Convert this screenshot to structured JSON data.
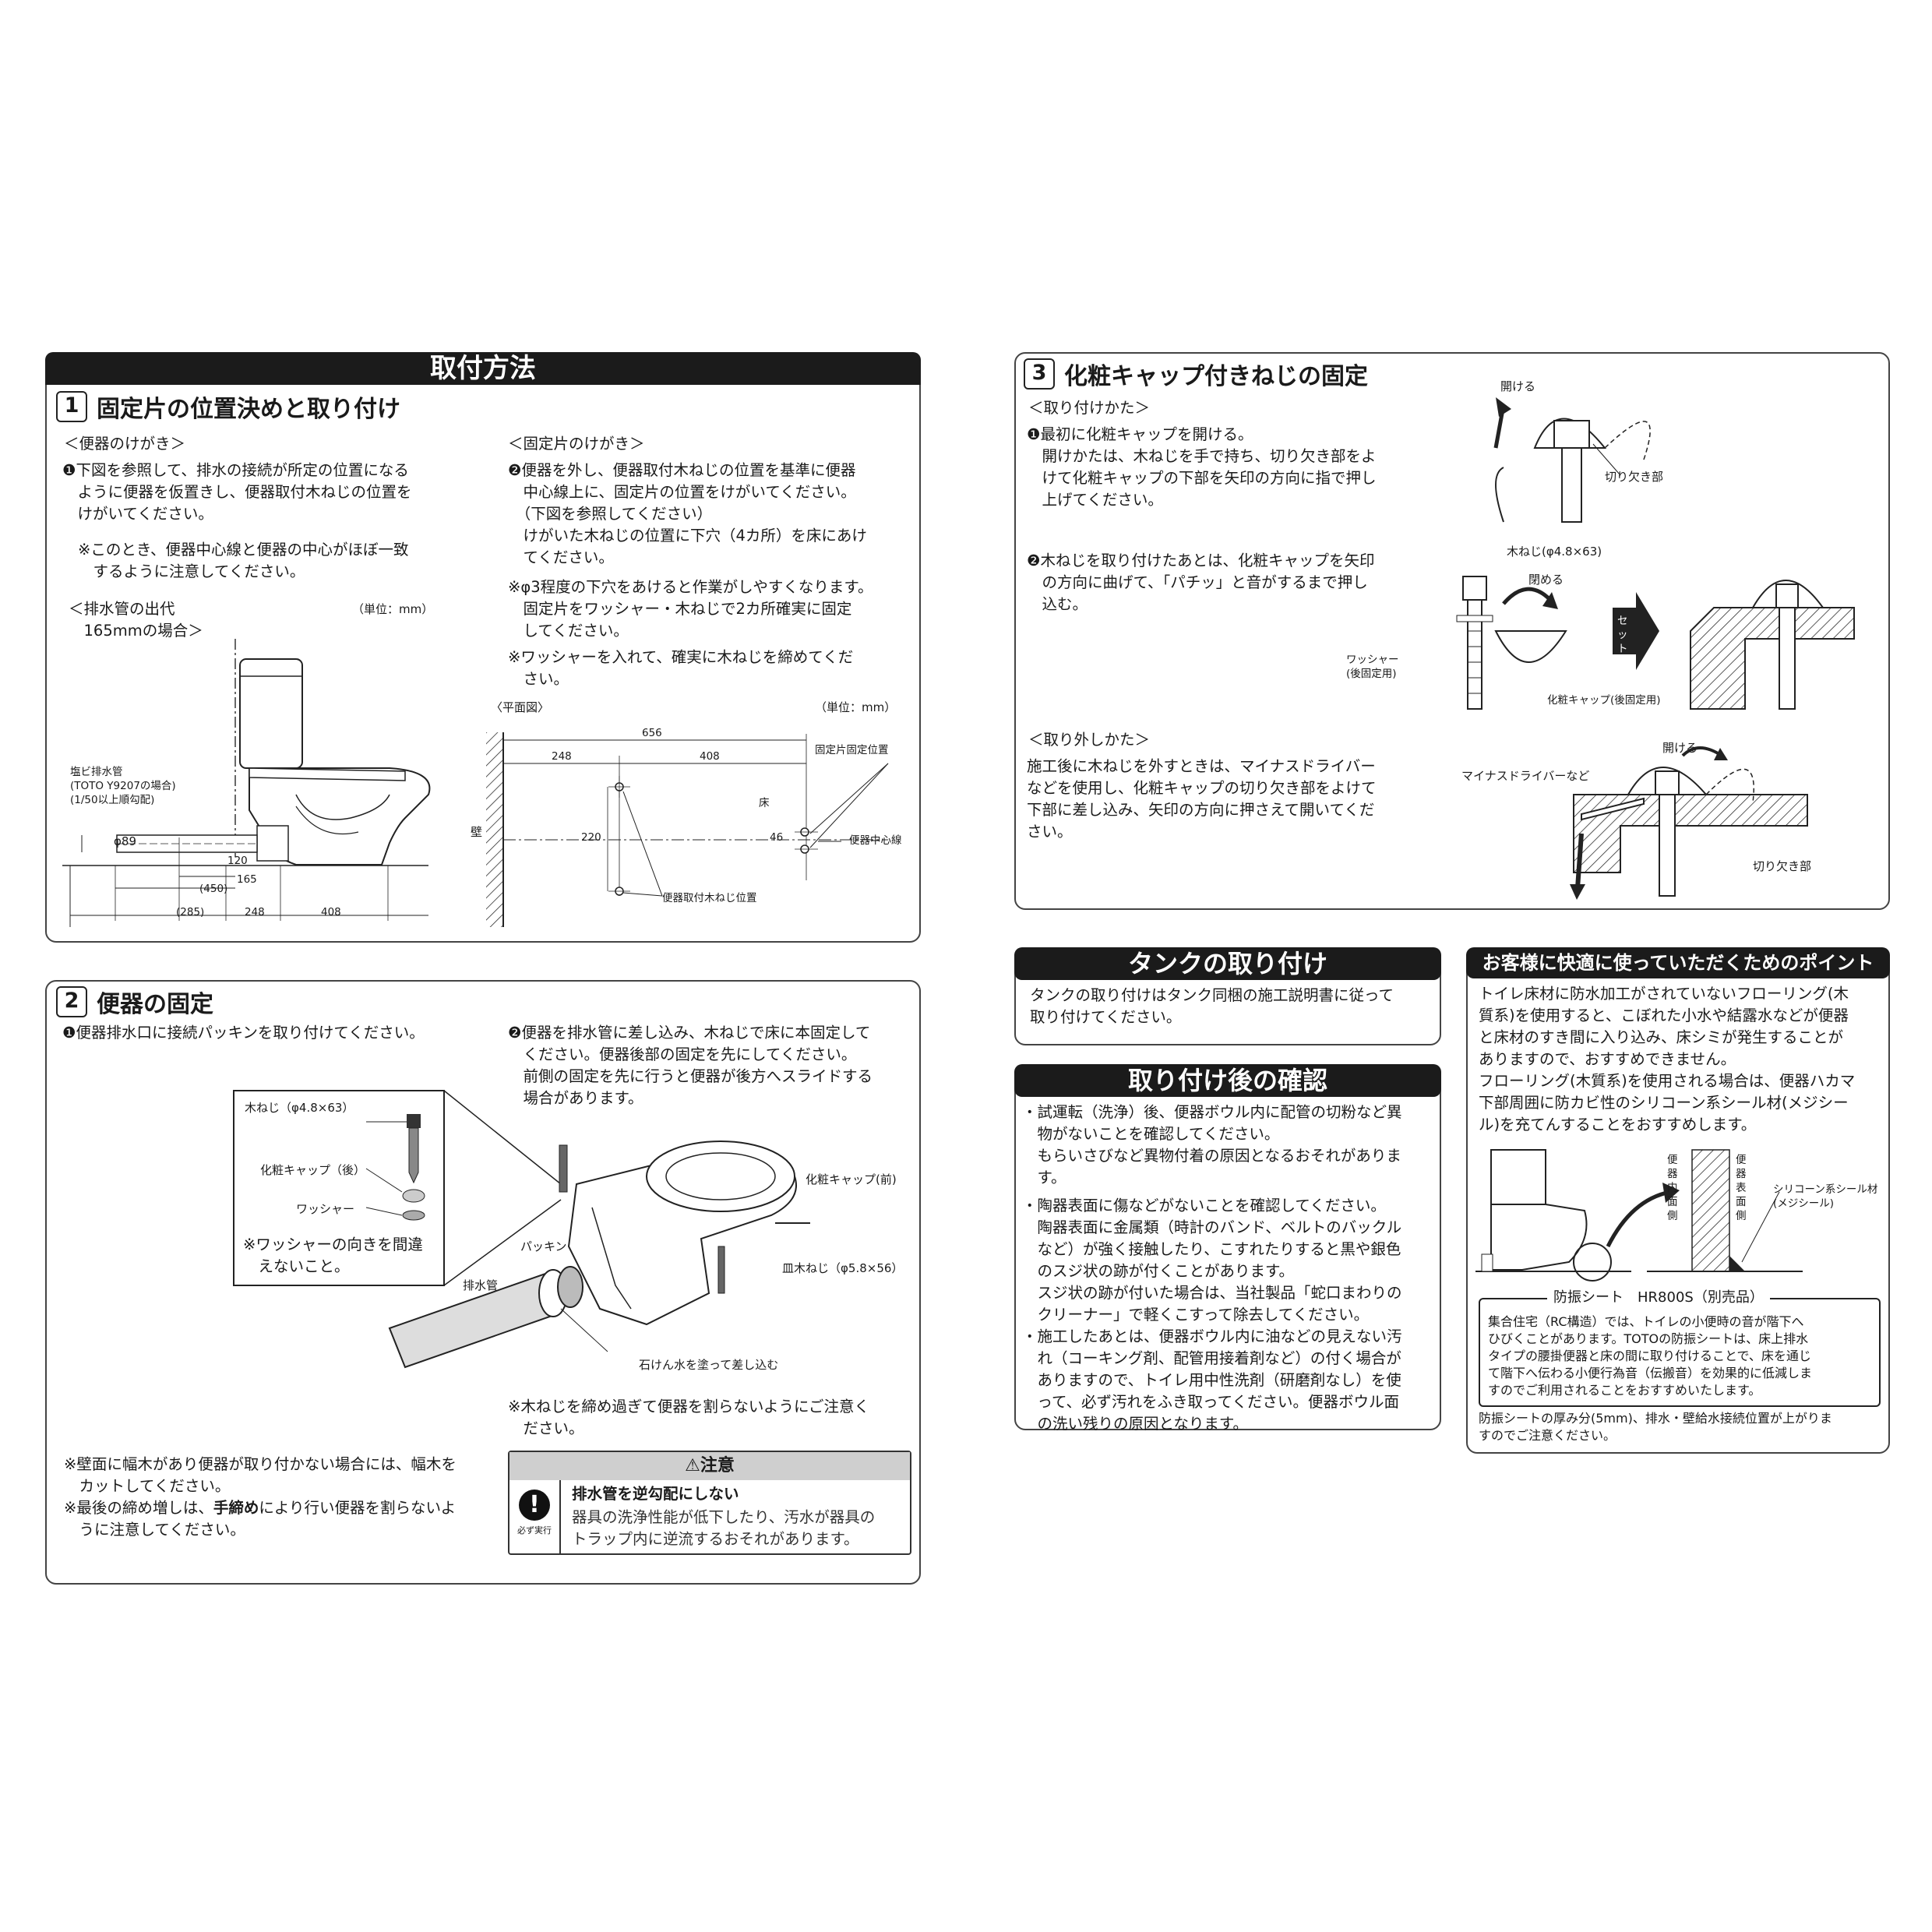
{
  "install": {
    "header": "取付方法",
    "s1": {
      "num": "1",
      "title": "固定片の位置決めと取り付け",
      "kegaki_title": "＜便器のけがき＞",
      "kegaki_text": "❶下図を参照して、排水の接続が所定の位置になる\n　ように便器を仮置きし、便器取付木ねじの位置を\n　けがいてください。",
      "kegaki_note": "※このとき、便器中心線と便器の中心がほぼ一致\n　するように注意してください。",
      "drain_title": "＜排水管の出代\n　165mmの場合＞",
      "unit1": "（単位：mm）",
      "pipe_label": "塩ビ排水管\n(TOTO Y9207の場合)\n(1/50以上順勾配)",
      "d_phi": "φ89",
      "d_120": "120",
      "d_450": "(450)",
      "d_165": "165",
      "d_285": "(285)",
      "d_248": "248",
      "d_408": "408",
      "kotei_title": "＜固定片のけがき＞",
      "kotei_text": "❷便器を外し、便器取付木ねじの位置を基準に便器\n　中心線上に、固定片の位置をけがいてください。\n　（下図を参照してください）\n　けがいた木ねじの位置に下穴（4カ所）を床にあけ\n　てください。",
      "kotei_note1": "※φ3程度の下穴をあけると作業がしやすくなります。\n　固定片をワッシャー・木ねじで2カ所確実に固定\n　してください。",
      "kotei_note2": "※ワッシャーを入れて、確実に木ねじを締めてくだ\n　さい。",
      "plan_title": "〈平面図〉",
      "unit2": "（単位：mm）",
      "p_656": "656",
      "p_248": "248",
      "p_408": "408",
      "p_220": "220",
      "p_46": "46",
      "p_wall": "壁",
      "p_floor": "床",
      "p_fix": "固定片固定位置",
      "p_center": "便器中心線",
      "p_screw": "便器取付木ねじ位置"
    },
    "s2": {
      "num": "2",
      "title": "便器の固定",
      "step1": "❶便器排水口に接続パッキンを取り付けてください。",
      "step2": "❷便器を排水管に差し込み、木ねじで床に本固定して\n　ください。便器後部の固定を先にしてください。\n　前側の固定を先に行うと便器が後方へスライドする\n　場合があります。",
      "l_screw": "木ねじ（φ4.8×63）",
      "l_cap_rear": "化粧キャップ（後）",
      "l_washer": "ワッシャー",
      "l_washer_note": "※ワッシャーの向きを間違\n　えないこと。",
      "l_cap_front": "化粧キャップ(前)",
      "l_packing": "パッキン",
      "l_pipe": "排水管",
      "l_sara": "皿木ねじ（φ5.8×56）",
      "l_soap": "石けん水を塗って差し込む",
      "note_screw": "※木ねじを締め過ぎて便器を割らないようにご注意く\n　ださい。",
      "note_habaki": "※壁面に幅木があり便器が取り付かない場合には、幅木を\n　カットしてください。",
      "note_last_a": "※最後の締め増しは、",
      "note_last_b": "手締め",
      "note_last_c": "により行い便器を割らないよ\n　うに注意してください。",
      "caution_title": "⚠注意",
      "caution_head": "排水管を逆勾配にしない",
      "caution_body": "器具の洗浄性能が低下したり、汚水が器具の\nトラップ内に逆流するおそれがあります。",
      "caution_icon": "必ず実行"
    }
  },
  "s3": {
    "num": "3",
    "title": "化粧キャップ付きねじの固定",
    "how_title": "＜取り付けかた＞",
    "how1": "❶最初に化粧キャップを開ける。\n　開けかたは、木ねじを手で持ち、切り欠き部をよ\n　けて化粧キャップの下部を矢印の方向に指で押し\n　上げてください。",
    "how2": "❷木ねじを取り付けたあとは、化粧キャップを矢印\n　の方向に曲げて、「パチッ」と音がするまで押し\n　込む。",
    "l_open": "開ける",
    "l_notch": "切り欠き部",
    "l_screw": "木ねじ(φ4.8×63)",
    "l_close": "閉める",
    "l_washer": "ワッシャー\n(後固定用)",
    "l_cap": "化粧キャップ(後固定用)",
    "l_set": "セット後",
    "remove_title": "＜取り外しかた＞",
    "remove_text": "施工後に木ねじを外すときは、マイナスドライバー\nなどを使用し、化粧キャップの切り欠き部をよけて\n下部に差し込み、矢印の方向に押さえて開いてくだ\nさい。",
    "l_open2": "開ける",
    "l_driver": "マイナスドライバーなど",
    "l_notch2": "切り欠き部"
  },
  "tank": {
    "header": "タンクの取り付け",
    "text": "タンクの取り付けはタンク同梱の施工説明書に従って\n取り付けてください。"
  },
  "check": {
    "header": "取り付け後の確認",
    "b1": "・試運転（洗浄）後、便器ボウル内に配管の切粉など異\n　物がないことを確認してください。\n　もらいさびなど異物付着の原因となるおそれがありま\n　す。",
    "b2": "・陶器表面に傷などがないことを確認してください。\n　陶器表面に金属類（時計のバンド、ベルトのバックル\n　など）が強く接触したり、こすれたりすると黒や銀色\n　のスジ状の跡が付くことがあります。\n　スジ状の跡が付いた場合は、当社製品「蛇口まわりの\n　クリーナー」で軽くこすって除去してください。",
    "b3": "・施工したあとは、便器ボウル内に油などの見えない汚\n　れ（コーキング剤、配管用接着剤など）の付く場合が\n　ありますので、トイレ用中性洗剤（研磨剤なし）を使\n　って、必ず汚れをふき取ってください。便器ボウル面\n　の洗い残りの原因となります。"
  },
  "points": {
    "header": "お客様に快適に使っていただくためのポイント",
    "text": "トイレ床材に防水加工がされていないフローリング(木\n質系)を使用すると、こぼれた小水や結露水などが便器\nと床材のすき間に入り込み、床シミが発生することが\nありますので、おすすめできません。\nフローリング(木質系)を使用される場合は、便器ハカマ\n下部周囲に防カビ性のシリコーン系シール材(メジシー\nル)を充てんすることをおすすめします。",
    "l_inner": "便器内面側",
    "l_outer": "便器表面側",
    "l_seal": "シリコーン系シール材\n(メジシール)",
    "sheet_title": "防振シート　HR800S（別売品）",
    "sheet_text": "集合住宅（RC構造）では、トイレの小便時の音が階下へ\nひびくことがあります。TOTOの防振シートは、床上排水\nタイプの腰掛便器と床の間に取り付けることで、床を通じ\nて階下へ伝わる小便行為音（伝搬音）を効果的に低減しま\nすのでご利用されることをおすすめいたします。",
    "footer": "防振シートの厚み分(5mm)、排水・壁給水接続位置が上がりま\nすのでご注意ください。"
  }
}
